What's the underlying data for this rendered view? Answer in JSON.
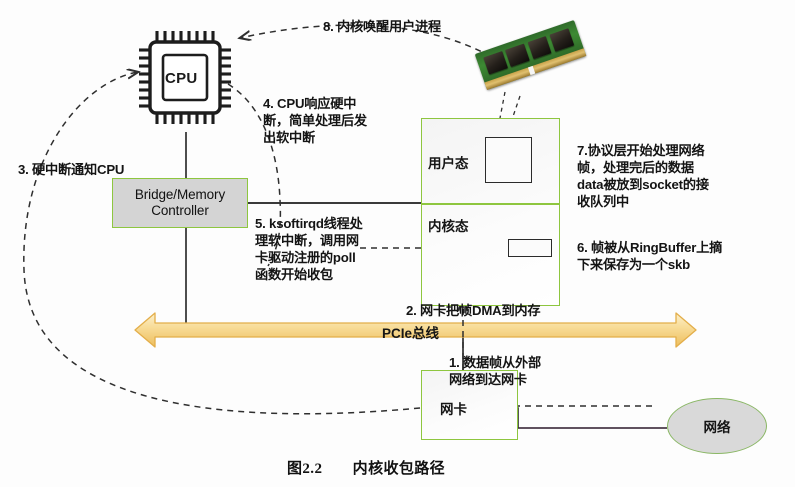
{
  "figure": {
    "caption_number": "图2.2",
    "caption_title": "内核收包路径"
  },
  "nodes": {
    "cpu": {
      "label": "CPU",
      "icon": "cpu-chip-icon"
    },
    "bridge": {
      "label": "Bridge/Memory\nController",
      "line1": "Bridge/Memory",
      "line2": "Controller"
    },
    "memory_module": {
      "icon": "ram-module-image"
    },
    "memory_box": {
      "user_space_label": "用户态",
      "kernel_space_label": "内核态",
      "socket_buffer": "",
      "ring_buffer": "",
      "skb": ""
    },
    "pcie_bus": {
      "label": "PCIe总线"
    },
    "nic": {
      "label": "网卡",
      "port_icon": "rj45-port-icon"
    },
    "network": {
      "label": "网络"
    }
  },
  "steps": [
    {
      "id": 1,
      "text_lines": [
        "1. 数据帧从外部",
        "网络到达网卡"
      ]
    },
    {
      "id": 2,
      "text_lines": [
        "2. 网卡把帧DMA到内存"
      ]
    },
    {
      "id": 3,
      "text_lines": [
        "3. 硬中断通知CPU"
      ]
    },
    {
      "id": 4,
      "text_lines": [
        "4. CPU响应硬中",
        "断，简单处理后发",
        "出软中断"
      ]
    },
    {
      "id": 5,
      "text_lines": [
        "5. ksoftirqd线程处",
        "理软中断，调用网",
        "卡驱动注册的poll",
        "函数开始收包"
      ]
    },
    {
      "id": 6,
      "text_lines": [
        "6. 帧被从RingBuffer上摘",
        "下来保存为一个skb"
      ]
    },
    {
      "id": 7,
      "text_lines": [
        "7.协议层开始处理网络",
        "帧，处理完后的数据",
        "data被放到socket的接",
        "收队列中"
      ]
    },
    {
      "id": 8,
      "text_lines": [
        "8. 内核唤醒用户进程"
      ]
    }
  ],
  "colors": {
    "green_border": "#8ec63f",
    "gray_fill": "#d4d4d4",
    "bus_fill": "#f7d98a",
    "bus_stroke": "#e8a93c",
    "line": "#3a3a3a",
    "background": "#fdfdfd"
  }
}
